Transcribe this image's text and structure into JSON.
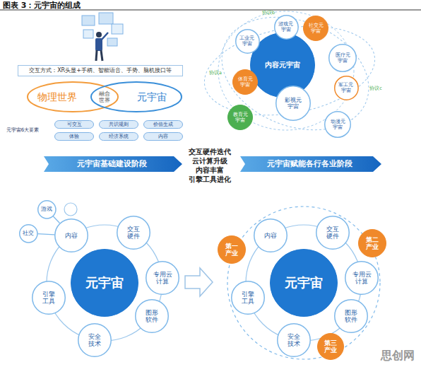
{
  "diagram": {
    "title": "图表 3：元宇宙的组成",
    "nodes": [
      {
        "text": [
          "交互方式：XR头显+手柄、智能语音、手势、脑机接口等"
        ]
      },
      {
        "text": [
          "物理世界"
        ]
      },
      {
        "text": [
          "元宇宙"
        ]
      },
      {
        "text": [
          "可交互"
        ]
      },
      {
        "text": [
          "共识规则"
        ]
      },
      {
        "text": [
          "价值生成"
        ]
      },
      {
        "text": [
          "体验"
        ]
      },
      {
        "text": [
          "经济系统"
        ]
      },
      {
        "text": [
          "内容"
        ]
      },
      {
        "text": [
          "内容元宇宙"
        ]
      },
      {
        "text": [
          "游戏元宇宙"
        ]
      },
      {
        "text": [
          "社交元宇宙"
        ]
      },
      {
        "text": [
          "工业元宇宙"
        ]
      },
      {
        "text": [
          "医疗元宇宙"
        ]
      },
      {
        "text": [
          "体育元宇宙"
        ]
      },
      {
        "text": [
          "军工元宇宙"
        ]
      },
      {
        "text": [
          "影视元宇宙"
        ]
      },
      {
        "text": [
          "教育元宇宙"
        ]
      },
      {
        "text": [
          "动漫元宇宙"
        ]
      },
      {
        "text": [
          "元宇宙基础建设阶段"
        ]
      },
      {
        "text": [
          "元宇宙赋能各行各业阶段"
        ]
      },
      {
        "text": [
          "元宇宙"
        ]
      },
      {
        "text": [
          "内容"
        ]
      },
      {
        "text": [
          "交互硬件"
        ]
      },
      {
        "text": [
          "专用云计算"
        ]
      },
      {
        "text": [
          "图形软件"
        ]
      },
      {
        "text": [
          "安全技术"
        ]
      },
      {
        "text": [
          "引擎工具"
        ]
      },
      {
        "text": [
          "游戏"
        ]
      },
      {
        "text": [
          "社交"
        ]
      },
      {
        "text": [
          "元宇宙"
        ]
      },
      {
        "text": [
          "内容"
        ]
      },
      {
        "text": [
          "交互硬件"
        ]
      },
      {
        "text": [
          "专用云计算"
        ]
      },
      {
        "text": [
          "图形软件"
        ]
      },
      {
        "text": [
          "安全技术"
        ]
      },
      {
        "text": [
          "引擎工具"
        ]
      },
      {
        "text": [
          "第一产业"
        ]
      },
      {
        "text": [
          "第二产业"
        ]
      },
      {
        "text": [
          "第三产业"
        ]
      }
    ],
    "edges": [
      {
        "from": 22,
        "to": 28,
        "arrow": "none"
      },
      {
        "from": 22,
        "to": 29,
        "arrow": "none"
      }
    ],
    "labels": [
      "融合世界",
      "元宇宙6大要素",
      "协议b",
      "协议a",
      "协议c",
      "交互硬件迭代",
      "云计算升级",
      "内容丰富",
      "引擎工具进化",
      "思创网"
    ]
  }
}
